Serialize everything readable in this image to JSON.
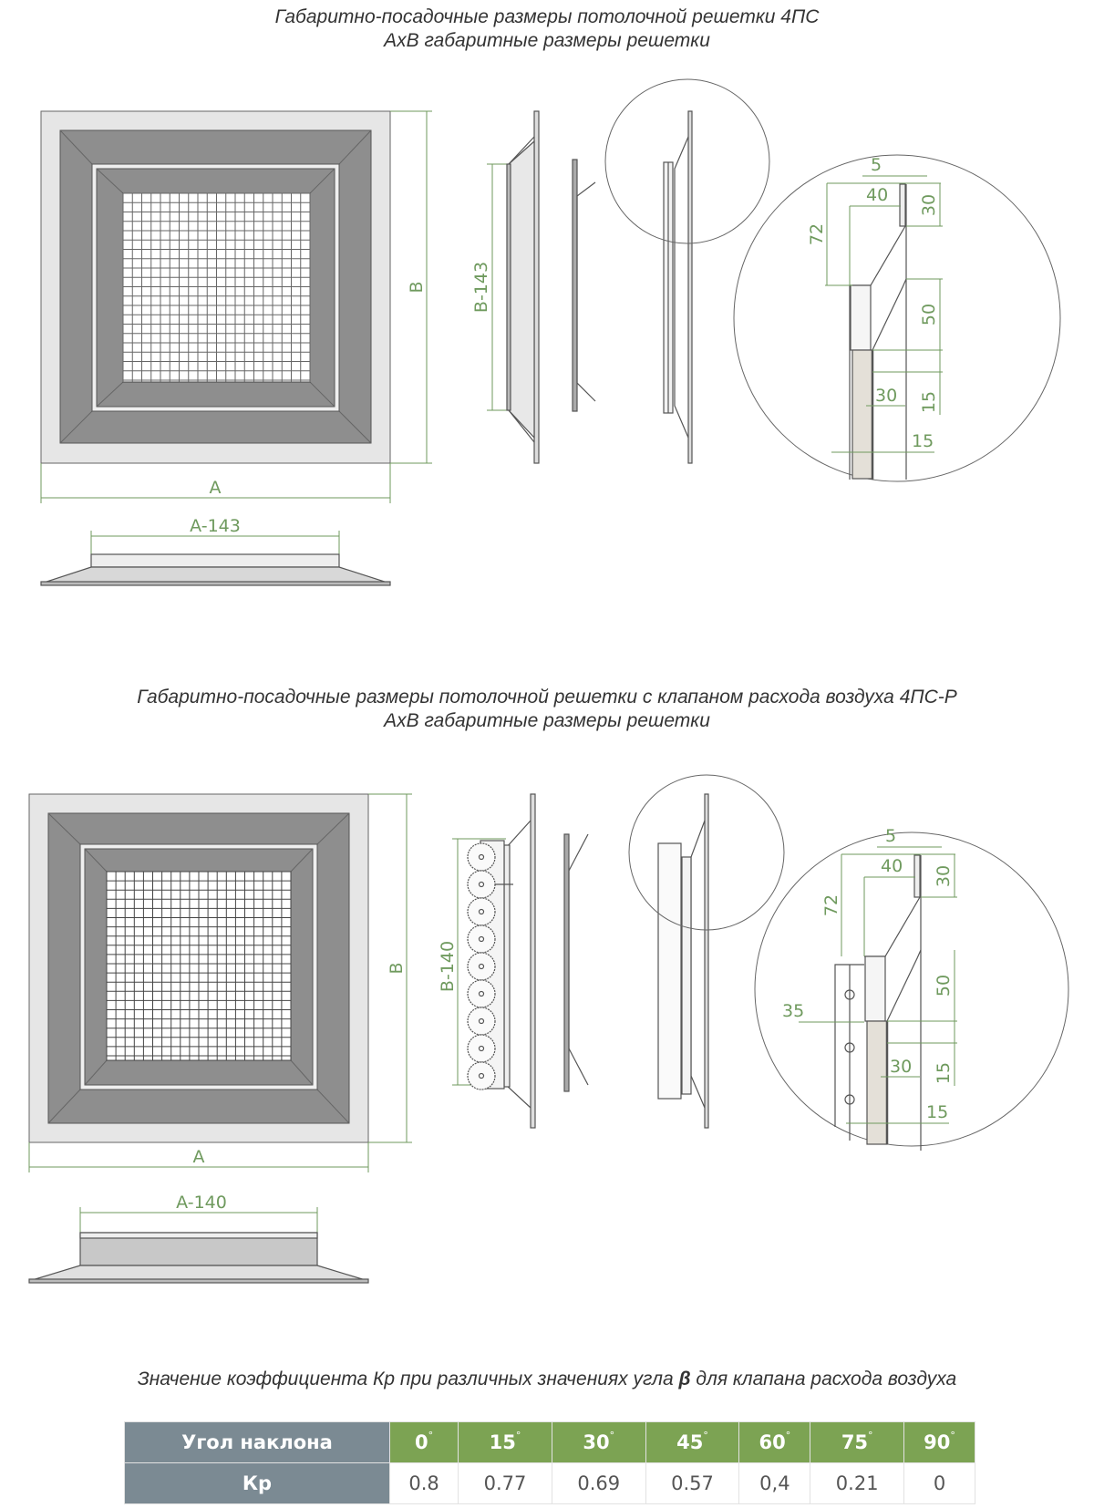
{
  "section1": {
    "title": "Габаритно-посадочные размеры потолочной решетки 4ПС",
    "subtitle": "АхВ габаритные размеры решетки",
    "dims": {
      "A": "A",
      "B": "B",
      "A_side": "A-143",
      "B_side": "B-143"
    },
    "detail": {
      "d5": "5",
      "d40": "40",
      "d30_top": "30",
      "d72": "72",
      "d50": "50",
      "d30_mid": "30",
      "d15_right": "15",
      "d15_bottom": "15"
    }
  },
  "section2": {
    "title": "Габаритно-посадочные размеры потолочной решетки с клапаном расхода воздуха 4ПС-Р",
    "subtitle": "АхВ габаритные размеры решетки",
    "dims": {
      "A": "A",
      "B": "B",
      "A_side": "A-140",
      "B_side": "B-140"
    },
    "detail": {
      "d5": "5",
      "d40": "40",
      "d30_top": "30",
      "d72": "72",
      "d50": "50",
      "d35": "35",
      "d30_mid": "30",
      "d15_right": "15",
      "d15_bottom": "15"
    }
  },
  "table": {
    "title_before": "Значение коэффициента Кр при различных значениях угла ",
    "title_symbol": "β",
    "title_after": " для клапана расхода воздуха",
    "row1_label": "Угол наклона",
    "row2_label": "Кр",
    "degree_symbol": "°",
    "angles": [
      "0",
      "15",
      "30",
      "45",
      "60",
      "75",
      "90"
    ],
    "kp": [
      "0.8",
      "0.77",
      "0.69",
      "0.57",
      "0,4",
      "0.21",
      "0"
    ]
  },
  "colors": {
    "green": "#7ca353",
    "gray": "#7b8a93",
    "dimension": "#6f9a5e"
  }
}
